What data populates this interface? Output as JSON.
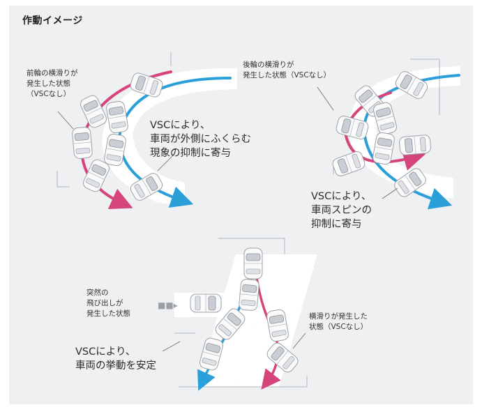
{
  "title": "作動イメージ",
  "colors": {
    "with_vsc": "#2a9fd8",
    "without_vsc": "#d6457a",
    "panel": "#eef0f2"
  },
  "scenes": [
    {
      "id": "front-skid",
      "label_small": "前輪の横滑りが\n発生した状態\n（VSCなし）",
      "label_big": "VSCにより、\n車両が外側にふくらむ\n現象の抑制に寄与"
    },
    {
      "id": "rear-skid",
      "label_small": "後輪の横滑りが\n発生した状態（VSCなし）",
      "label_big": "VSCにより、\n車両スピンの\n抑制に寄与"
    },
    {
      "id": "sudden",
      "label_small_left": "突然の\n飛び出しが\n発生した状態",
      "label_small_right": "横滑りが発生した\n状態（VSCなし）",
      "label_big": "VSCにより、\n車両の挙動を安定"
    }
  ]
}
